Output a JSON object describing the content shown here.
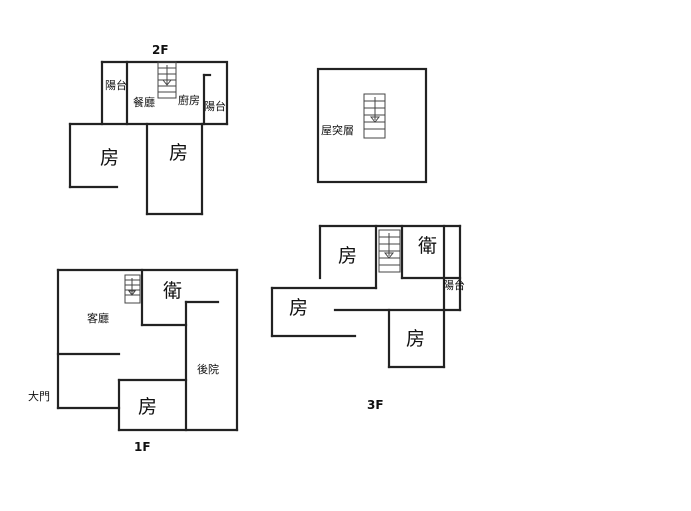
{
  "floor_labels": {
    "f1": "1F",
    "f2": "2F",
    "f3": "3F"
  },
  "f2": {
    "balcony_left": "陽台",
    "dining": "餐廳",
    "kitchen": "廚房",
    "balcony_right": "陽台",
    "room_left": "房",
    "room_right": "房"
  },
  "roof": {
    "label": "屋突層"
  },
  "f1": {
    "living": "客廳",
    "bath": "衛",
    "backyard": "後院",
    "main_door": "大門",
    "room": "房"
  },
  "f3": {
    "room_top": "房",
    "bath": "衛",
    "balcony": "陽台",
    "room_left": "房",
    "room_right": "房"
  }
}
